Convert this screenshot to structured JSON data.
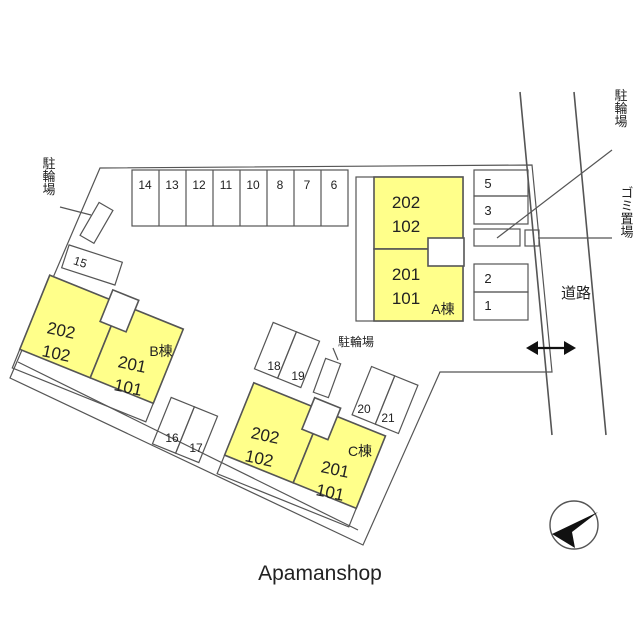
{
  "labels": {
    "bicycle_parking": "駐輪場",
    "garbage": "ゴミ置場",
    "road": "道路",
    "brand": "Apamanshop"
  },
  "parking_top": [
    "14",
    "13",
    "12",
    "11",
    "10",
    "8",
    "7",
    "6"
  ],
  "parking_right": [
    "5",
    "3",
    "2",
    "1"
  ],
  "parking_15": "15",
  "parking_mid": [
    "18",
    "19"
  ],
  "parking_bottom": [
    "16",
    "17"
  ],
  "parking_right2": [
    "20",
    "21"
  ],
  "buildings": {
    "A": {
      "name": "A棟",
      "upper": [
        "202",
        "102"
      ],
      "lower": [
        "201",
        "101"
      ]
    },
    "B": {
      "name": "B棟",
      "upper": [
        "202",
        "102"
      ],
      "lower": [
        "201",
        "101"
      ]
    },
    "C": {
      "name": "C棟",
      "upper": [
        "202",
        "102"
      ],
      "lower": [
        "201",
        "101"
      ]
    }
  },
  "compass": {
    "direction": "north-arrow"
  },
  "colors": {
    "building": "#ffff8a",
    "lines": "#555555"
  }
}
